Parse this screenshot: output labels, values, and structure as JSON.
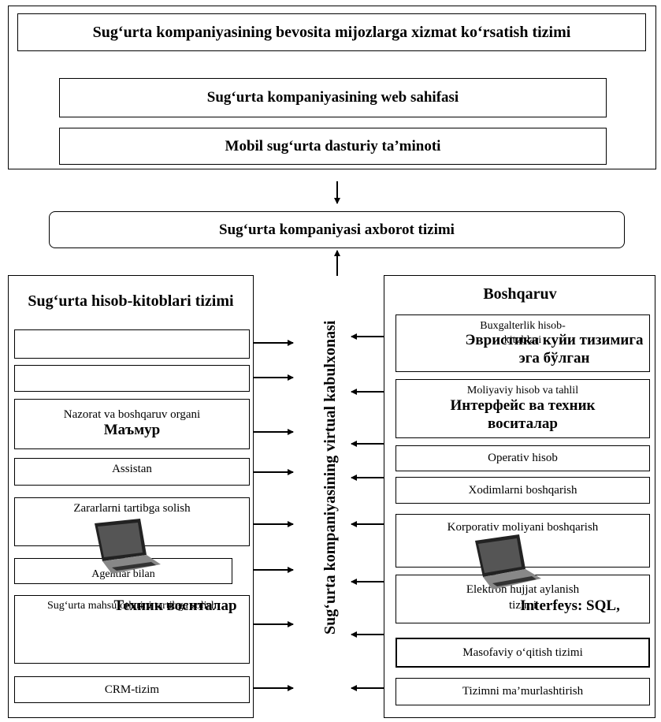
{
  "top_panel": {
    "title": "Sug‘urta kompaniyasining bevosita mijozlarga xizmat ko‘rsatish tizimi",
    "web": "Sug‘urta kompaniyasining web sahifasi",
    "mobile": "Mobil sug‘urta dasturiy ta’minoti"
  },
  "central": "Sug‘urta kompaniyasi axborot tizimi",
  "vertical_label": "Sug‘urta kompaniyasining virtual kabulxonasi",
  "left_panel": {
    "title": "Sug‘urta hisob-kitoblari tizimi",
    "items": [
      "",
      "",
      "Nazorat va boshqaruv organi",
      "Assistan",
      "Zararlarni tartibga solish",
      "Agentlar bilan",
      "Sug‘urta  mahsulotlarini tartibga solish",
      "CRM-tizim"
    ],
    "overlays": [
      "Маъмур",
      "Техник воситалар"
    ]
  },
  "right_panel": {
    "title": "Boshqaruv",
    "items": [
      "Buxgalterlik  hisob-kitoblari",
      "Moliyaviy hisob va  tahlil",
      "Operativ hisob",
      "Xodimlarni boshqarish",
      "Korporativ moliyani boshqarish",
      "Elektron hujjat aylanish tizimi",
      "Masofaviy o‘qitish tizimi",
      "Tizimni ma’murlashtirish"
    ],
    "overlays": [
      "Эвристика куйи тизимига эга бўлган",
      "Интерфейс ва техник воситалар",
      "Interfeys: SQL,"
    ]
  },
  "icons": [
    "arrow-down-icon",
    "arrow-up-icon",
    "arrow-right-icon",
    "arrow-left-icon",
    "laptop-icon"
  ]
}
